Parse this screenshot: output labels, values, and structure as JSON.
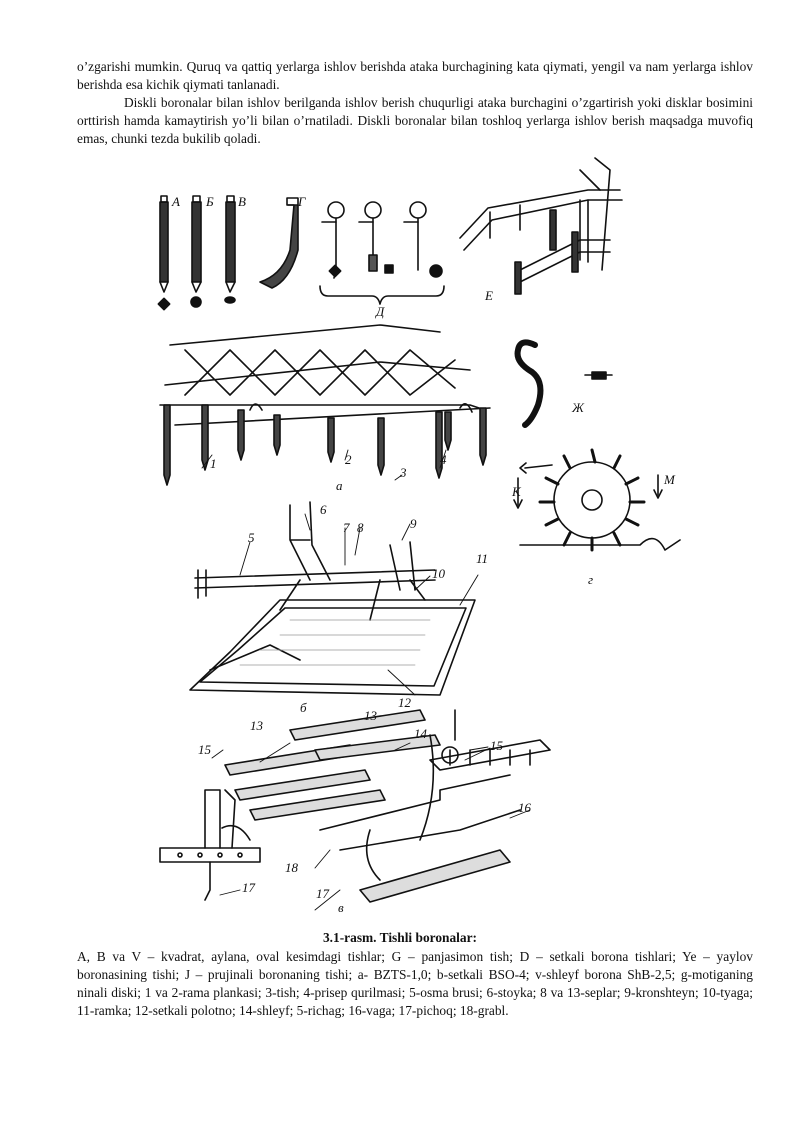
{
  "paragraphs": [
    "o’zgarishi mumkin. Quruq va qattiq yerlarga ishlov berishda ataka burchagining kata qiymati, yengil va nam yerlarga ishlov berishda esa kichik qiymati tanlanadi.",
    "Diskli boronalar bilan ishlov berilganda ishlov berish chuqurligi ataka burchagini o’zgartirish yoki disklar bosimini orttirish hamda kamaytirish yo’li bilan o’rnatiladi. Diskli boronalar bilan toshloq yerlarga ishlov berish maqsadga muvofiq emas, chunki tezda bukilib qoladi."
  ],
  "figure": {
    "tooth_labels": [
      "A",
      "Б",
      "В",
      "Г",
      "Д",
      "Е",
      "Ж"
    ],
    "part_labels": [
      "1",
      "2",
      "3",
      "4",
      "5",
      "6",
      "7",
      "8",
      "9",
      "10",
      "11",
      "12",
      "13",
      "13",
      "14",
      "15",
      "15",
      "16",
      "17",
      "17",
      "18"
    ],
    "view_labels": [
      "а",
      "б",
      "в",
      "г"
    ],
    "force_labels": [
      "К",
      "М"
    ]
  },
  "caption": {
    "title": "3.1-rasm. Tishli boronalar:",
    "body": "A, B va V – kvadrat, aylana, oval kesimdagi tishlar; G – panjasimon tish; D – setkali borona tishlari; Ye – yaylov boronasining tishi; J – prujinali boronaning tishi; a- BZTS-1,0; b-setkali BSO-4; v-shleyf borona ShB-2,5; g-motiganing ninali diski; 1 va 2-rama plankasi; 3-tish; 4-prisep qurilmasi; 5-osma brusi; 6-stoyka; 8 va 13-seplar; 9-kronshteyn; 10-tyaga; 11-ramka; 12-setkali polotno; 14-shleyf; 5-richag; 16-vaga; 17-pichoq; 18-grabl."
  },
  "colors": {
    "ink": "#111111",
    "paper": "#ffffff"
  }
}
